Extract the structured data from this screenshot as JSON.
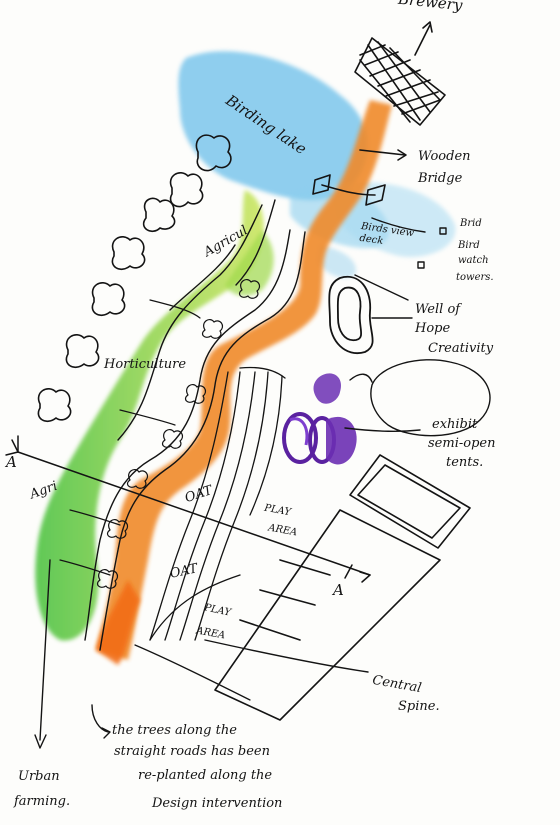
{
  "labels": {
    "birding_lake": "Birding lake",
    "brewery": "Brewery",
    "wooden_bridge_1": "Wooden",
    "wooden_bridge_2": "Bridge",
    "birds_deck": "Birds view deck",
    "bird_watch_1": "Brid",
    "bird_watch_2": "Bird",
    "bird_watch_3": "watch",
    "bird_watch_4": "towers.",
    "agriculture": "Agricul",
    "horticulture": "Horticulture",
    "well_1": "Well of",
    "well_2": "Hope",
    "well_3": "Creativity",
    "exhibit_1": "exhibit",
    "exhibit_2": "semi-open",
    "exhibit_3": "tents.",
    "section_a_left": "A",
    "section_a_right": "A",
    "agri_left": "Agri",
    "oat_1": "OAT",
    "oat_2": "OAT",
    "play_area_1a": "PLAY",
    "play_area_1b": "AREA",
    "play_area_2a": "PLAY",
    "play_area_2b": "AREA",
    "central_spine_1": "Central",
    "central_spine_2": "Spine.",
    "urban_farming_1": "Urban",
    "urban_farming_2": "farming.",
    "trees_note_1": "the trees along the",
    "trees_note_2": "straight roads has been",
    "trees_note_3": "re-planted along the",
    "trees_note_4": "Design intervention"
  },
  "colors": {
    "lake_blue": "#7cc6ec",
    "path_orange": "#f08a2a",
    "green_band": "#3fbf3a",
    "lime_band": "#b6e04a",
    "purple_tent": "#6b2fb3",
    "ink": "#141414"
  }
}
